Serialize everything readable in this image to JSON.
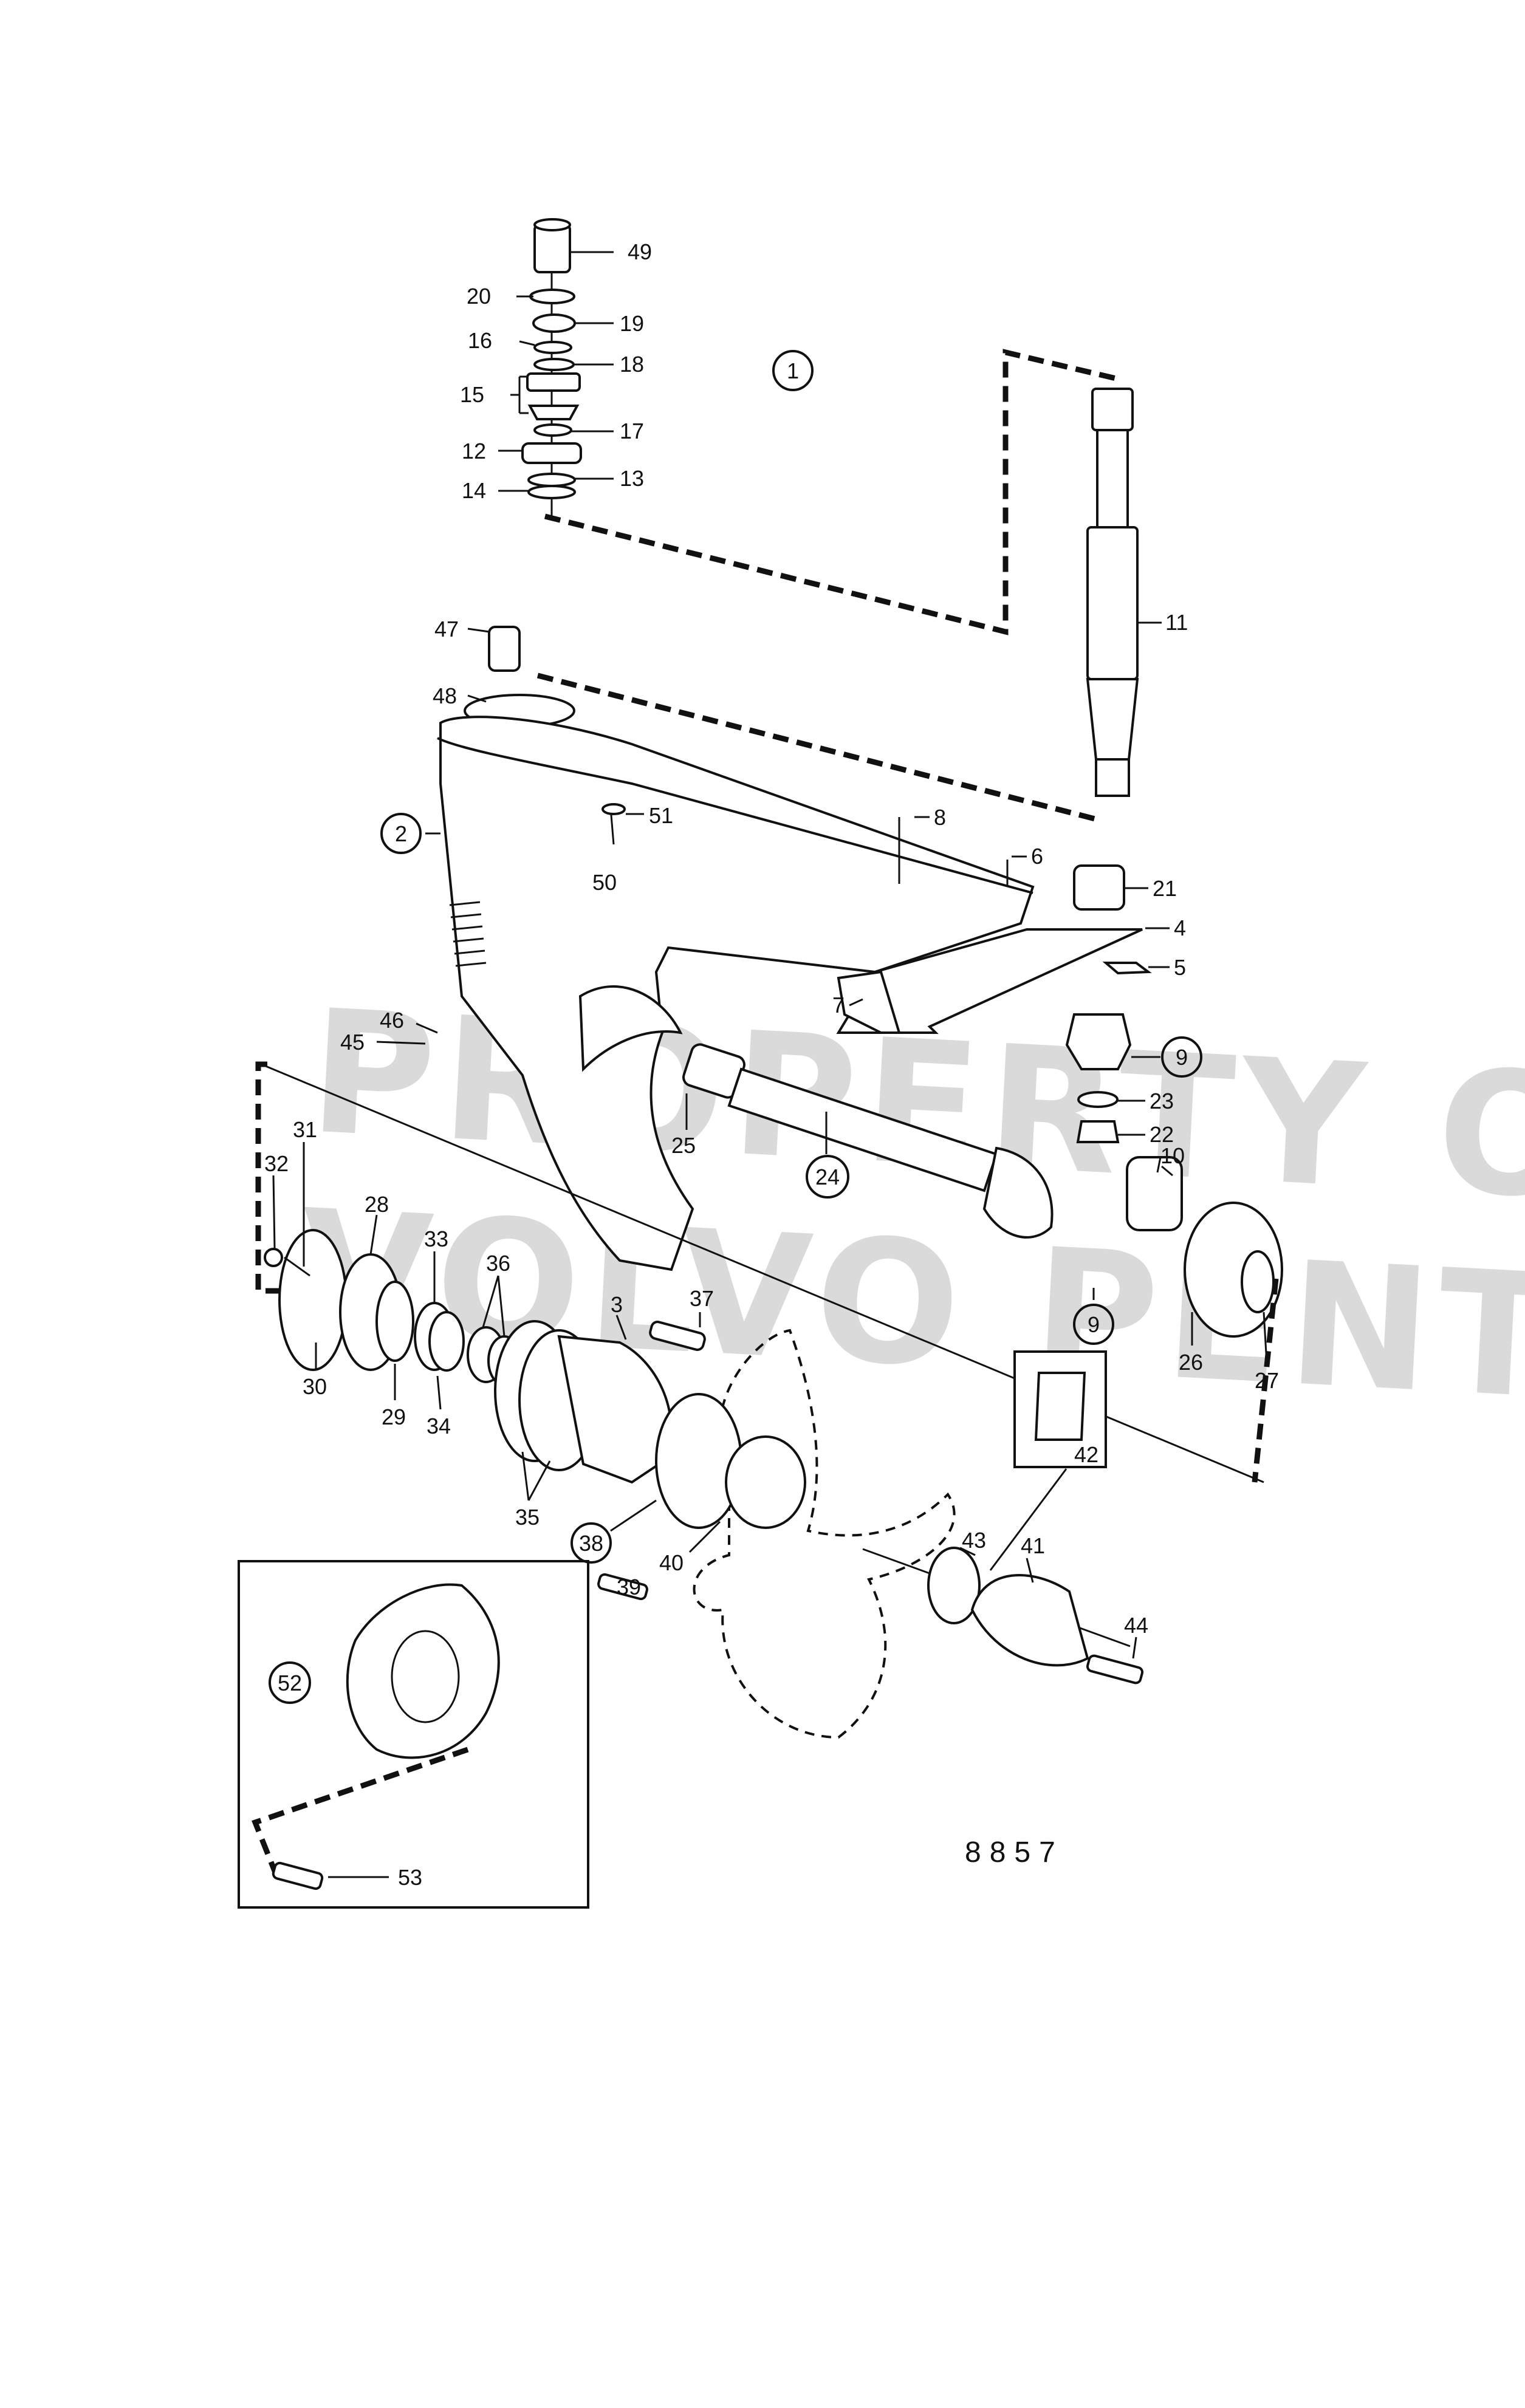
{
  "watermark": {
    "line1": "PROPERTY OF",
    "line2": "VOLVO PENTA"
  },
  "figure_number": "8857",
  "callouts": [
    {
      "id": "49",
      "text": "49",
      "circled": false
    },
    {
      "id": "20",
      "text": "20",
      "circled": false
    },
    {
      "id": "19",
      "text": "19",
      "circled": false
    },
    {
      "id": "16",
      "text": "16",
      "circled": false
    },
    {
      "id": "18",
      "text": "18",
      "circled": false
    },
    {
      "id": "15",
      "text": "15",
      "circled": false
    },
    {
      "id": "17",
      "text": "17",
      "circled": false
    },
    {
      "id": "12",
      "text": "12",
      "circled": false
    },
    {
      "id": "13",
      "text": "13",
      "circled": false
    },
    {
      "id": "14",
      "text": "14",
      "circled": false
    },
    {
      "id": "1",
      "text": "1",
      "circled": true
    },
    {
      "id": "11",
      "text": "11",
      "circled": false
    },
    {
      "id": "47",
      "text": "47",
      "circled": false
    },
    {
      "id": "48",
      "text": "48",
      "circled": false
    },
    {
      "id": "2",
      "text": "2",
      "circled": true
    },
    {
      "id": "51",
      "text": "51",
      "circled": false
    },
    {
      "id": "50",
      "text": "50",
      "circled": false
    },
    {
      "id": "8",
      "text": "8",
      "circled": false
    },
    {
      "id": "6",
      "text": "6",
      "circled": false
    },
    {
      "id": "21",
      "text": "21",
      "circled": false
    },
    {
      "id": "4",
      "text": "4",
      "circled": false
    },
    {
      "id": "5",
      "text": "5",
      "circled": false
    },
    {
      "id": "7",
      "text": "7",
      "circled": false
    },
    {
      "id": "9a",
      "text": "9",
      "circled": true
    },
    {
      "id": "23",
      "text": "23",
      "circled": false
    },
    {
      "id": "22",
      "text": "22",
      "circled": false
    },
    {
      "id": "46",
      "text": "46",
      "circled": false
    },
    {
      "id": "45",
      "text": "45",
      "circled": false
    },
    {
      "id": "25",
      "text": "25",
      "circled": false
    },
    {
      "id": "24",
      "text": "24",
      "circled": true
    },
    {
      "id": "31",
      "text": "31",
      "circled": false
    },
    {
      "id": "32",
      "text": "32",
      "circled": false
    },
    {
      "id": "28",
      "text": "28",
      "circled": false
    },
    {
      "id": "33",
      "text": "33",
      "circled": false
    },
    {
      "id": "36",
      "text": "36",
      "circled": false
    },
    {
      "id": "3",
      "text": "3",
      "circled": false
    },
    {
      "id": "10",
      "text": "10",
      "circled": false
    },
    {
      "id": "9b",
      "text": "9",
      "circled": true
    },
    {
      "id": "26",
      "text": "26",
      "circled": false
    },
    {
      "id": "27",
      "text": "27",
      "circled": false
    },
    {
      "id": "37",
      "text": "37",
      "circled": false
    },
    {
      "id": "30",
      "text": "30",
      "circled": false
    },
    {
      "id": "29",
      "text": "29",
      "circled": false
    },
    {
      "id": "34",
      "text": "34",
      "circled": false
    },
    {
      "id": "35",
      "text": "35",
      "circled": false
    },
    {
      "id": "42",
      "text": "42",
      "circled": false
    },
    {
      "id": "38",
      "text": "38",
      "circled": true
    },
    {
      "id": "40",
      "text": "40",
      "circled": false
    },
    {
      "id": "39",
      "text": "39",
      "circled": false
    },
    {
      "id": "43",
      "text": "43",
      "circled": false
    },
    {
      "id": "41",
      "text": "41",
      "circled": false
    },
    {
      "id": "44",
      "text": "44",
      "circled": false
    },
    {
      "id": "52",
      "text": "52",
      "circled": true
    },
    {
      "id": "53",
      "text": "53",
      "circled": false
    }
  ]
}
